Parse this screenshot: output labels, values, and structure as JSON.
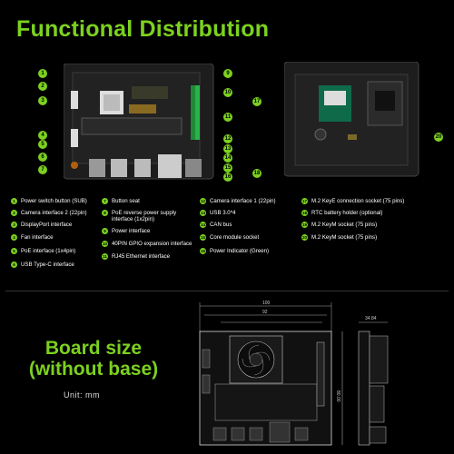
{
  "title": "Functional Distribution",
  "legend": [
    {
      "n": "1",
      "label": "Power switch button (SUB)"
    },
    {
      "n": "2",
      "label": "Camera interface 2 (22pin)"
    },
    {
      "n": "3",
      "label": "DisplayPort interface"
    },
    {
      "n": "4",
      "label": "Fan interface"
    },
    {
      "n": "5",
      "label": "PoE interface (1x4pin)"
    },
    {
      "n": "6",
      "label": "USB Type-C interface"
    },
    {
      "n": "7",
      "label": "Button seat"
    },
    {
      "n": "8",
      "label": "PoE reverse power supply interface (1x2pin)"
    },
    {
      "n": "9",
      "label": "Power interface"
    },
    {
      "n": "10",
      "label": "40PIN GPIO expansion interface"
    },
    {
      "n": "11",
      "label": "RJ45 Ethernet interface"
    },
    {
      "n": "12",
      "label": "Camera interface 1 (22pin)"
    },
    {
      "n": "13",
      "label": "USB 3.0*4"
    },
    {
      "n": "14",
      "label": "CAN bus"
    },
    {
      "n": "15",
      "label": "Core module socket"
    },
    {
      "n": "16",
      "label": "Power Indicator (Green)"
    },
    {
      "n": "17",
      "label": "M.2 KeyE connection socket (75 pins)"
    },
    {
      "n": "18",
      "label": "RTC battery holder (optional)"
    },
    {
      "n": "19",
      "label": "M.2 KeyM socket (75 pins)"
    },
    {
      "n": "20",
      "label": "M.2 KeyM socket (75 pins)"
    }
  ],
  "board_size_title": "Board size\n(without base)",
  "unit": "Unit:  mm",
  "dimensions": {
    "width_total": "100",
    "width_inner": "92",
    "height": "80.00",
    "side_depth": "34.84"
  },
  "colors": {
    "accent": "#7cd11f",
    "board": "#1b1b1b",
    "header_green": "#29b34a"
  }
}
